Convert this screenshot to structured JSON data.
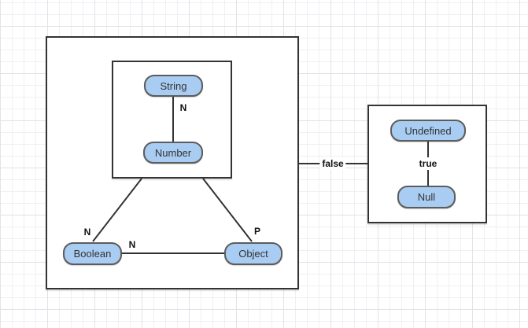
{
  "diagram": {
    "nodes": {
      "string": {
        "label": "String"
      },
      "number": {
        "label": "Number"
      },
      "boolean": {
        "label": "Boolean"
      },
      "object": {
        "label": "Object"
      },
      "undefined": {
        "label": "Undefined"
      },
      "null": {
        "label": "Null"
      }
    },
    "edge_labels": {
      "string_number": {
        "label": "N"
      },
      "container_boolean": {
        "label": "N"
      },
      "boolean_object": {
        "label": "N"
      },
      "container_object": {
        "label": "P"
      },
      "main_to_right": {
        "label": "false"
      },
      "undefined_null": {
        "label": "true"
      }
    },
    "colors": {
      "node_fill": "#a9ccf3",
      "node_border": "#5c5c5c",
      "line": "#333333",
      "label_text": "#111111",
      "node_text": "#333333",
      "grid_minor": "#f0f0f4",
      "grid_major": "#e2e2e8",
      "box_fill": "#ffffff"
    }
  }
}
